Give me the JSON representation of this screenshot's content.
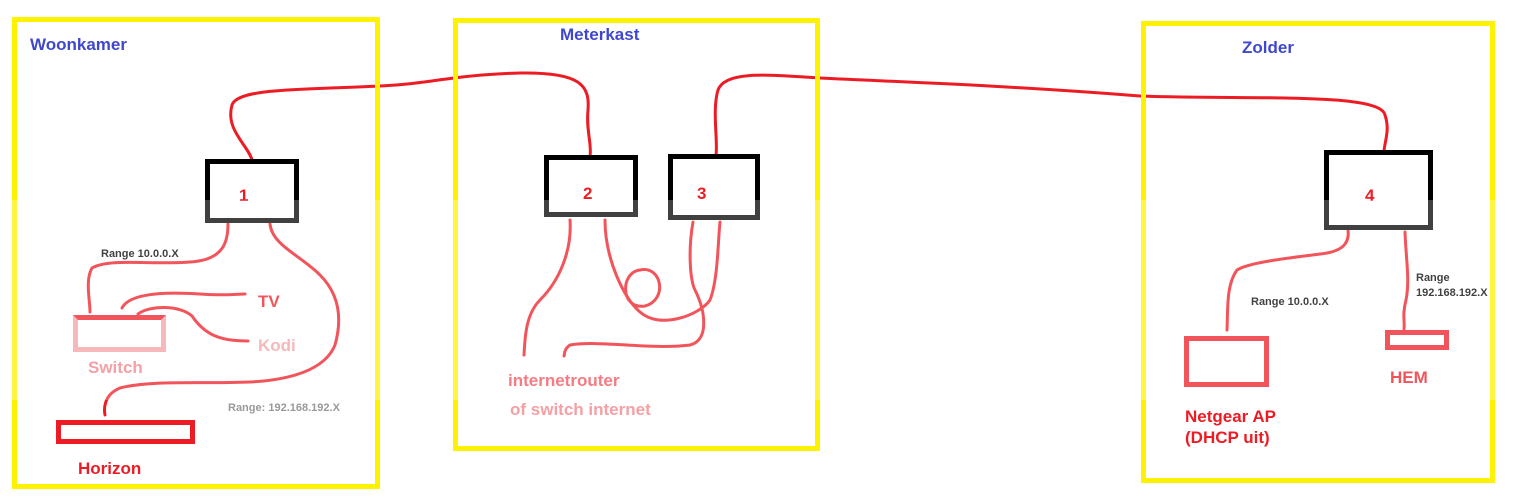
{
  "rooms": {
    "woonkamer": "Woonkamer",
    "meterkast": "Meterkast",
    "zolder": "Zolder"
  },
  "devices": {
    "d1": "1",
    "d2": "2",
    "d3": "3",
    "d4": "4"
  },
  "endpoints": {
    "switch": "Switch",
    "tv": "TV",
    "kodi": "Kodi",
    "horizon": "Horizon",
    "router_line1": "internetrouter",
    "router_line2": "of switch internet",
    "netgear_line1": "Netgear AP",
    "netgear_line2": "(DHCP uit)",
    "hem": "HEM"
  },
  "ranges": {
    "woon_10": "Range 10.0.0.X",
    "woon_192": "Range: 192.168.192.X",
    "zolder_10": "Range 10.0.0.X",
    "zolder_192_line1": "Range",
    "zolder_192_line2": "192.168.192.X"
  },
  "colors": {
    "room": "#fff200",
    "wire": "#ed1c24",
    "label": "#3f48cc",
    "device": "#000000"
  }
}
